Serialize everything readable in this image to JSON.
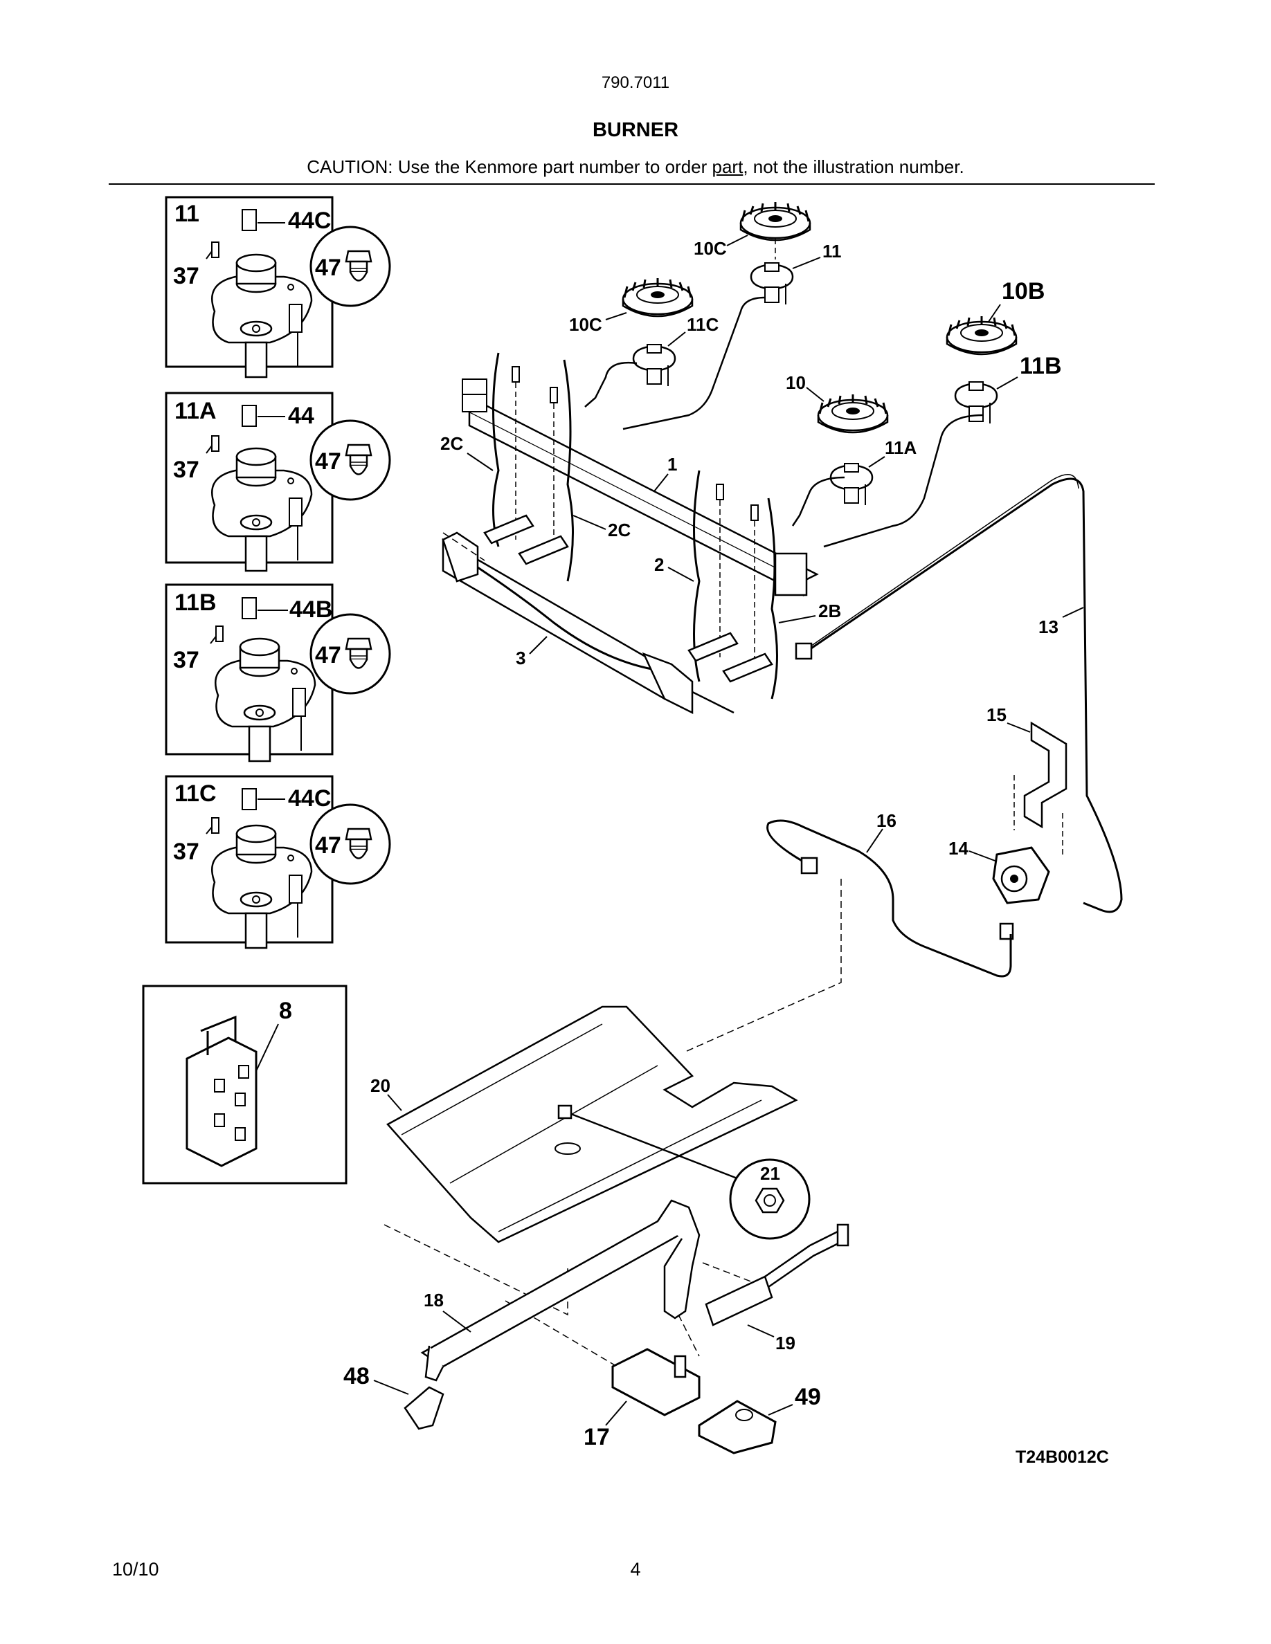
{
  "header": {
    "model": "790.7011",
    "title": "BURNER",
    "caution_before": "CAUTION: Use the Kenmore part number to order ",
    "caution_link": "part",
    "caution_after": ", not the illustration number."
  },
  "insets": [
    {
      "label": "11",
      "cap": "44C",
      "screw": "37",
      "orifice": "47"
    },
    {
      "label": "11A",
      "cap": "44",
      "screw": "37",
      "orifice": "47"
    },
    {
      "label": "11B",
      "cap": "44B",
      "screw": "37",
      "orifice": "47"
    },
    {
      "label": "11C",
      "cap": "44C",
      "screw": "37",
      "orifice": "47"
    }
  ],
  "ignition_inset": {
    "label": "8"
  },
  "callouts": {
    "c10C_top": "10C",
    "c11_top": "11",
    "c10B": "10B",
    "c10C_mid": "10C",
    "c11C": "11C",
    "c11B": "11B",
    "c10": "10",
    "c11A": "11A",
    "c2C_left": "2C",
    "c1": "1",
    "c2C_right": "2C",
    "c2": "2",
    "c2B": "2B",
    "c3": "3",
    "c13": "13",
    "c15": "15",
    "c16": "16",
    "c14": "14",
    "c20": "20",
    "c21": "21",
    "c18": "18",
    "c19": "19",
    "c48": "48",
    "c17": "17",
    "c49": "49"
  },
  "footer": {
    "date": "10/10",
    "page": "4",
    "drawing_code": "T24B0012C"
  }
}
